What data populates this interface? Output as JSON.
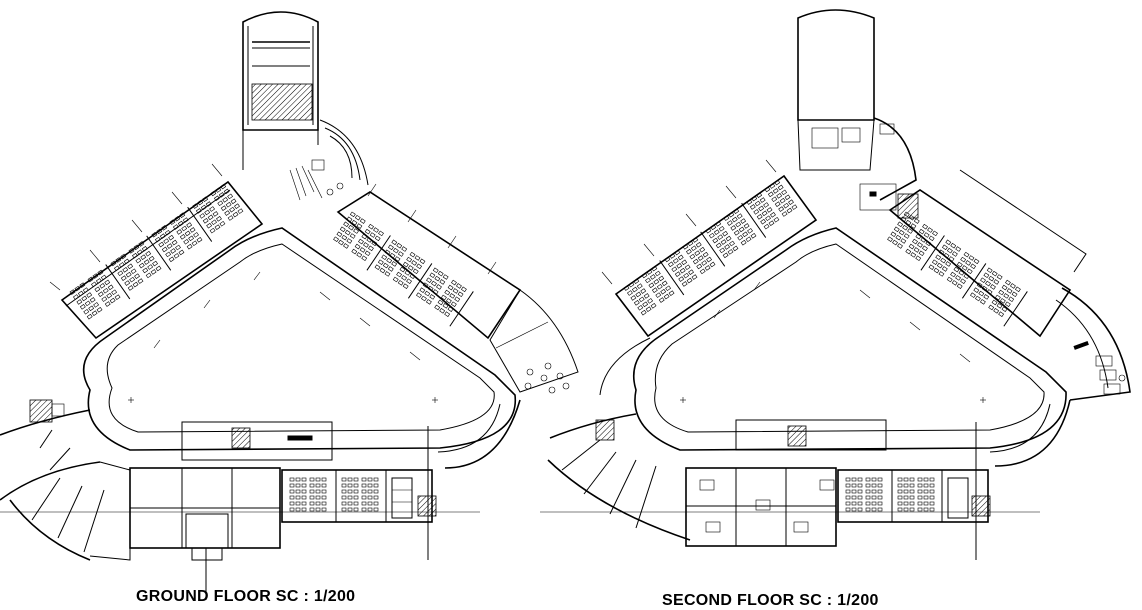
{
  "plans": [
    {
      "id": "ground",
      "title": "GROUND FLOOR  SC : 1/200"
    },
    {
      "id": "second",
      "title": "SECOND FLOOR  SC : 1/200"
    }
  ]
}
